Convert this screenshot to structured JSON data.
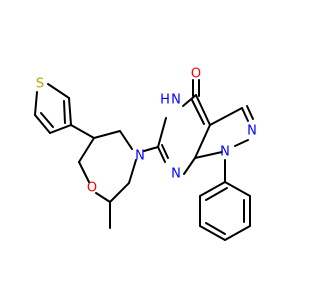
{
  "atoms": {
    "o_carbonyl": {
      "text": "O",
      "color": "#ff0000"
    },
    "nh": {
      "text": "H",
      "color": "#0000ff"
    },
    "n_nh": {
      "text": "N",
      "color": "#0000ff"
    },
    "n_pyrazole_top": {
      "text": "N",
      "color": "#0000ff"
    },
    "n_pyrazole_1": {
      "text": "N",
      "color": "#0000ff"
    },
    "n_pyrimidine": {
      "text": "N",
      "color": "#0000ff"
    },
    "n_morpholine": {
      "text": "N",
      "color": "#0000ff"
    },
    "o_morpholine": {
      "text": "O",
      "color": "#ff0000"
    },
    "s_thiophene": {
      "text": "S",
      "color": "#b3a800"
    }
  }
}
